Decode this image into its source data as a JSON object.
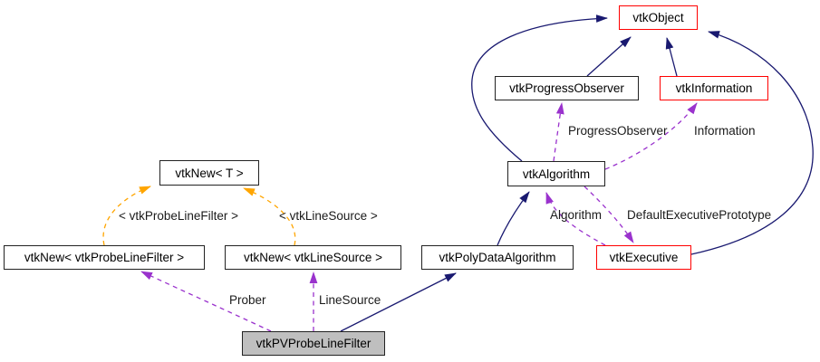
{
  "diagram": {
    "type": "collaboration-graph",
    "nodes": [
      {
        "id": "vtkObject",
        "label": "vtkObject",
        "style": "highlighted"
      },
      {
        "id": "vtkProgressObserver",
        "label": "vtkProgressObserver",
        "style": "normal"
      },
      {
        "id": "vtkInformation",
        "label": "vtkInformation",
        "style": "highlighted"
      },
      {
        "id": "vtkAlgorithm",
        "label": "vtkAlgorithm",
        "style": "normal"
      },
      {
        "id": "vtkNewT",
        "label": "vtkNew< T >",
        "style": "normal"
      },
      {
        "id": "vtkNewProbeLineFilter",
        "label": "vtkNew< vtkProbeLineFilter >",
        "style": "normal"
      },
      {
        "id": "vtkNewLineSource",
        "label": "vtkNew< vtkLineSource >",
        "style": "normal"
      },
      {
        "id": "vtkPolyDataAlgorithm",
        "label": "vtkPolyDataAlgorithm",
        "style": "normal"
      },
      {
        "id": "vtkExecutive",
        "label": "vtkExecutive",
        "style": "highlighted"
      },
      {
        "id": "vtkPVProbeLineFilter",
        "label": "vtkPVProbeLineFilter",
        "style": "current"
      }
    ],
    "edge_labels": [
      {
        "id": "progress-observer",
        "text": "ProgressObserver"
      },
      {
        "id": "information",
        "text": "Information"
      },
      {
        "id": "algorithm",
        "text": "Algorithm"
      },
      {
        "id": "default-executive-prototype",
        "text": "DefaultExecutivePrototype"
      },
      {
        "id": "template-probe-line-filter",
        "text": "< vtkProbeLineFilter >"
      },
      {
        "id": "template-line-source",
        "text": "< vtkLineSource >"
      },
      {
        "id": "prober",
        "text": "Prober"
      },
      {
        "id": "line-source",
        "text": "LineSource"
      }
    ],
    "colors": {
      "inheritance_edge": "#191970",
      "usage_edge": "#9a32cd",
      "template_edge": "#ffa500",
      "highlighted_node_border": "#ff0000",
      "node_border": "#222222",
      "current_node_fill": "#bfbfbf",
      "background": "#ffffff"
    }
  }
}
